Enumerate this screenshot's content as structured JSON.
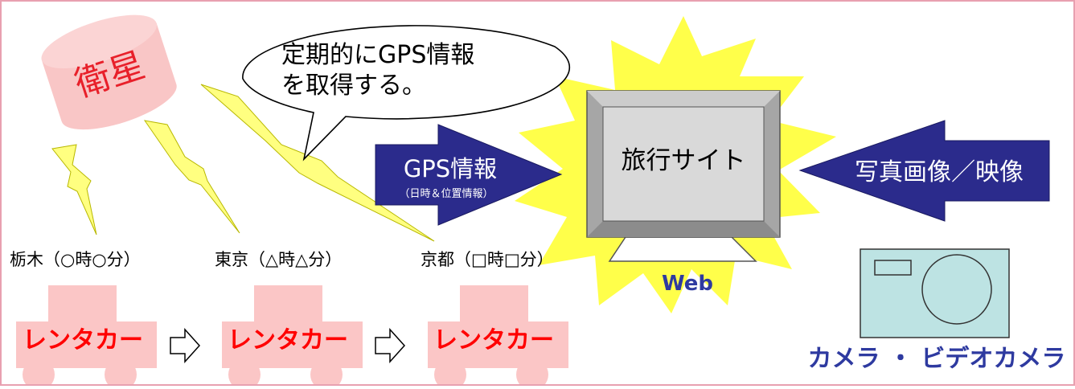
{
  "satellite": {
    "label": "衛星"
  },
  "speech_bubble": {
    "line1": "定期的にGPS情報",
    "line2": "を取得する。"
  },
  "gps_arrow": {
    "title": "GPS情報",
    "subtitle": "（日時＆位置情報）"
  },
  "travel_site": {
    "label": "旅行サイト",
    "caption": "Web"
  },
  "media_arrow": {
    "label": "写真画像／映像"
  },
  "camera": {
    "caption": "カメラ ・ ビデオカメラ"
  },
  "locations": [
    {
      "label": "栃木（○時○分）"
    },
    {
      "label": "東京（△時△分）"
    },
    {
      "label": "京都（□時□分）"
    }
  ],
  "cars": [
    {
      "label": "レンタカー"
    },
    {
      "label": "レンタカー"
    },
    {
      "label": "レンタカー"
    }
  ],
  "colors": {
    "satellite_fill": "#f9c6c6",
    "satellite_text": "#e8202a",
    "lightning_fill": "#ffff80",
    "lightning_stroke": "#b8b800",
    "burst_fill": "#ffff4a",
    "arrow_fill": "#2b2b8c",
    "monitor_face": "#d9d9d9",
    "monitor_edge": "#a6a6a6",
    "car_fill": "#fbc6c6",
    "car_text": "#ff0000",
    "web_text": "#2e3aa0",
    "camera_fill": "#bde3e3",
    "frame": "#e8a0b0"
  }
}
